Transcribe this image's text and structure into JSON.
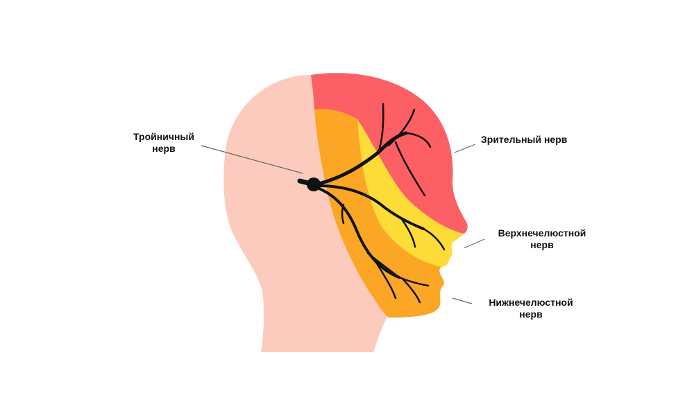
{
  "labels": {
    "trigeminal": [
      "Тройничный",
      "нерв"
    ],
    "ophthalmic": [
      "Зрительный нерв"
    ],
    "maxillary": [
      "Верхнечелюстной",
      "нерв"
    ],
    "mandibular": [
      "Нижнечелюстной",
      "нерв"
    ]
  },
  "colors": {
    "head_skin": "#fdcbbd",
    "ophthalmic_zone": "#fc5f64",
    "maxillary_zone": "#fedc38",
    "mandibular_zone": "#fca626",
    "nerve": "#111111",
    "leader_line": "#666666"
  }
}
